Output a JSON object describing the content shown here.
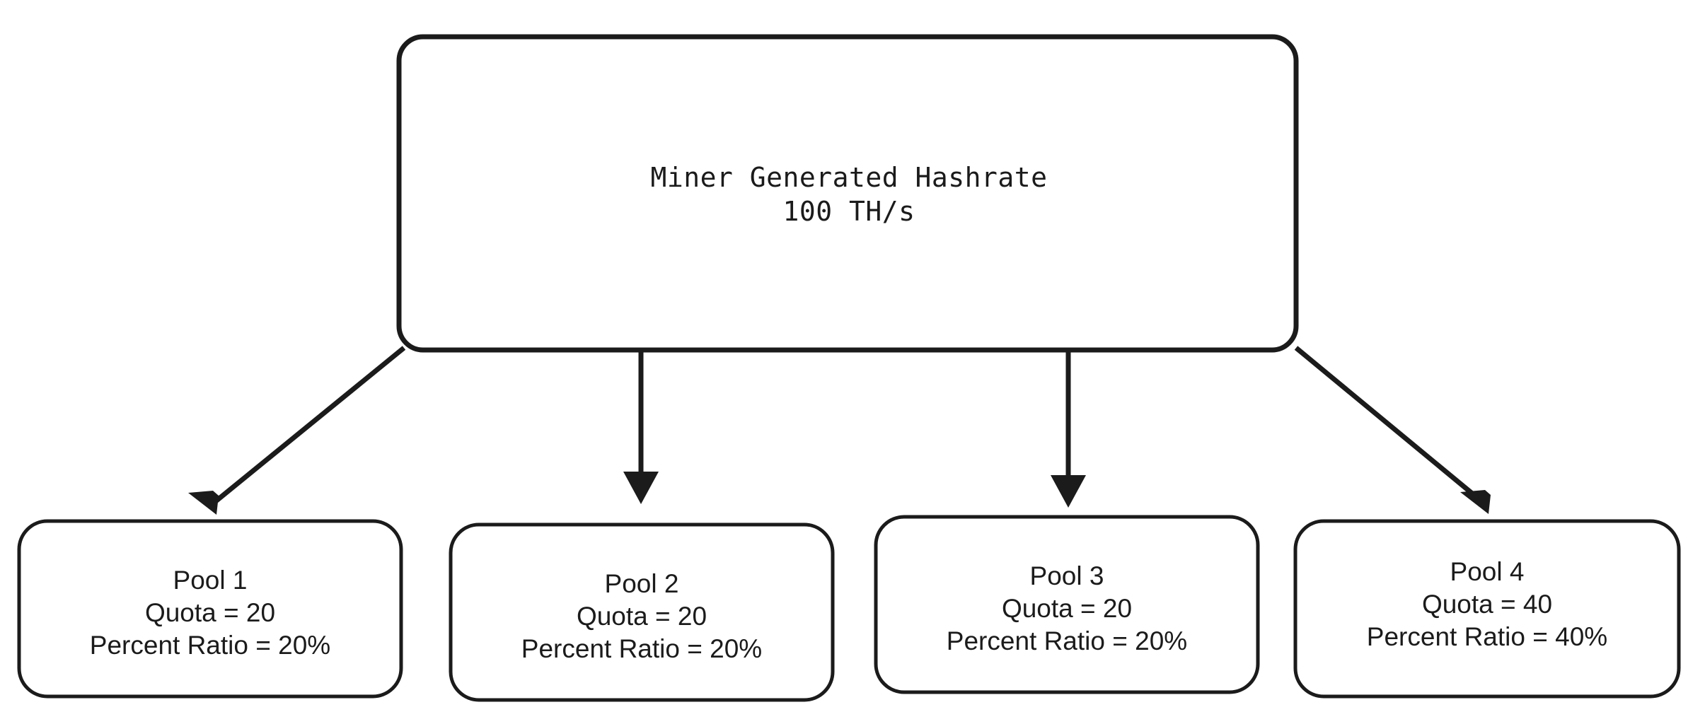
{
  "diagram": {
    "title_text_line1": "Miner Generated Hashrate",
    "title_text_line2": "100 TH/s",
    "root": {
      "name": "Miner Generated Hashrate",
      "hashrate": "100 TH/s"
    },
    "pools": [
      {
        "name": "Pool 1",
        "quota_label": "Quota = 20",
        "ratio_label": "Percent Ratio = 20%",
        "quota": 20,
        "percent_ratio": "20%"
      },
      {
        "name": "Pool 2",
        "quota_label": "Quota = 20",
        "ratio_label": "Percent Ratio = 20%",
        "quota": 20,
        "percent_ratio": "20%"
      },
      {
        "name": "Pool 3",
        "quota_label": "Quota = 20",
        "ratio_label": "Percent Ratio = 20%",
        "quota": 20,
        "percent_ratio": "20%"
      },
      {
        "name": "Pool 4",
        "quota_label": "Quota = 40",
        "ratio_label": "Percent Ratio = 40%",
        "quota": 40,
        "percent_ratio": "40%"
      }
    ],
    "colors": {
      "stroke": "#1b1b1b",
      "fill": "#ffffff",
      "background": "#ffffff"
    }
  }
}
